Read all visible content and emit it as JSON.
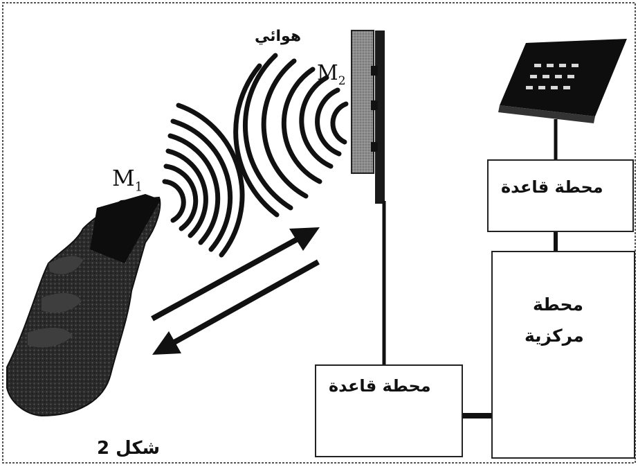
{
  "labels": {
    "antenna": "هوائي",
    "m1": "M",
    "m1_sub": "1",
    "m2": "M",
    "m2_sub": "2",
    "base_station_top": "محطة قاعدة",
    "base_station_bottom": "محطة قاعدة",
    "central_station_line1": "محطة",
    "central_station_line2": "مركزية",
    "figure_caption": "شكل 2"
  }
}
